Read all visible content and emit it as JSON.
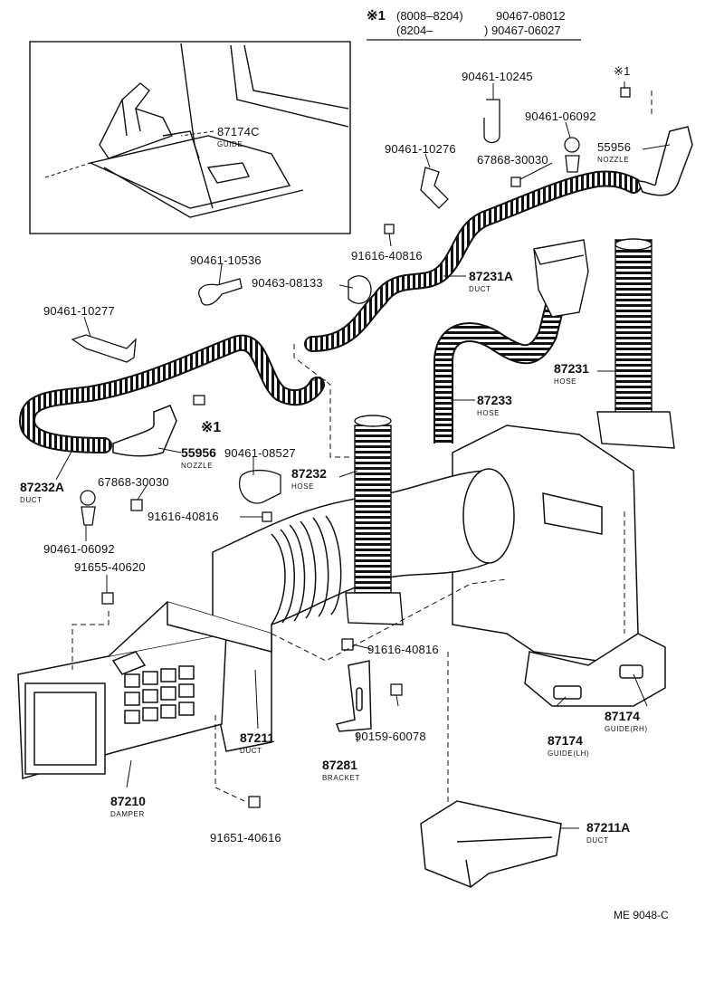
{
  "header": {
    "mark": "※1",
    "line1_range": "(8008–8204)",
    "line1_part": "90467-08012",
    "line2_range": "(8204–",
    "line2_part": ") 90467-06027"
  },
  "inset": {
    "part": "87174C",
    "name": "GUIDE"
  },
  "labels": {
    "p90461_10245": "90461-10245",
    "mark_top": "※1",
    "p90461_06092_top": "90461-06092",
    "p55956_top": "55956",
    "nozzle_top": "NOZZLE",
    "p90461_10276": "90461-10276",
    "p67868_30030_top": "67868-30030",
    "p91616_40816_top": "91616-40816",
    "p90461_10536": "90461-10536",
    "p90463_08133": "90463-08133",
    "p87231A": "87231A",
    "duct_87231A": "DUCT",
    "p90461_10277": "90461-10277",
    "p87231": "87231",
    "hose_87231": "HOSE",
    "p87233": "87233",
    "hose_87233": "HOSE",
    "mark_mid": "※1",
    "p55956_mid": "55956",
    "nozzle_mid": "NOZZLE",
    "p90461_08527": "90461-08527",
    "p87232A": "87232A",
    "duct_87232A": "DUCT",
    "p87232": "87232",
    "hose_87232": "HOSE",
    "p67868_30030_mid": "67868-30030",
    "p91616_40816_mid": "91616-40816",
    "p90461_06092_mid": "90461-06092",
    "p91655_40620": "91655-40620",
    "p91616_40816_low": "91616-40816",
    "p90159_60078": "90159-60078",
    "p87211": "87211",
    "duct_87211": "DUCT",
    "p87281": "87281",
    "bracket_87281": "BRACKET",
    "p87174_lh": "87174",
    "guide_lh": "GUIDE(LH)",
    "p87174_rh": "87174",
    "guide_rh": "GUIDE(RH)",
    "p87210": "87210",
    "damper_87210": "DAMPER",
    "p91651_40616": "91651-40616",
    "p87211A": "87211A",
    "duct_87211A": "DUCT"
  },
  "footer": {
    "code": "ME 9048-C"
  }
}
